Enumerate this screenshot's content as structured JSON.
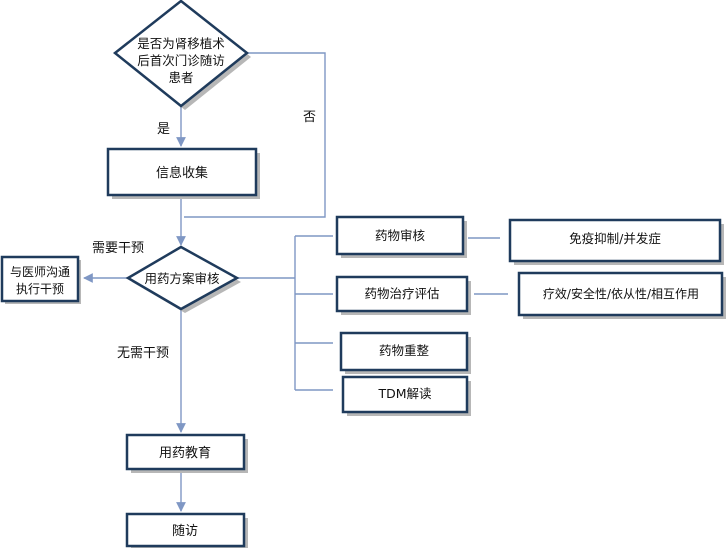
{
  "nodes": {
    "decision1": {
      "lines": [
        "是否为肾移植术",
        "后首次门诊随访",
        "患者"
      ]
    },
    "collect": "信息收集",
    "decision2": "用药方案审核",
    "communicate": {
      "lines": [
        "与医师沟通",
        "执行干预"
      ]
    },
    "education": "用药教育",
    "followup": "随访",
    "review": "药物审核",
    "evaluation": "药物治疗评估",
    "reconcile": "药物重整",
    "tdm": "TDM解读",
    "immune": "免疫抑制/并发症",
    "efficacy": "疗效/安全性/依从性/相互作用"
  },
  "edges": {
    "yes": "是",
    "no": "否",
    "need": "需要干预",
    "noneed": "无需干预"
  }
}
